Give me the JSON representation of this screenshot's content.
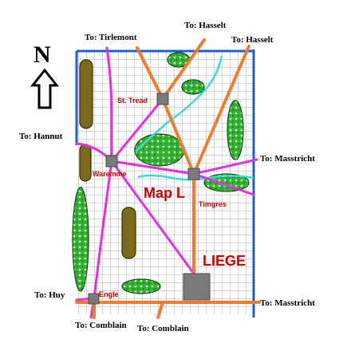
{
  "map": {
    "title": "Map L",
    "city": "LIEGE",
    "north_label": "N",
    "north_arrow_icon": "north-arrow-icon",
    "towns": {
      "st_tread": "St. Tread",
      "waremme": "Waremme",
      "tirngres": "Timgres",
      "engle": "Engle"
    },
    "exits": {
      "tirlemont": "To: Tirlemont",
      "hasselt_1": "To: Hasselt",
      "hasselt_2": "To: Hasselt",
      "hannut": "To: Hannut",
      "masstricht_1": "To: Masstricht",
      "huy": "To: Huy",
      "masstricht_2": "To: Masstricht",
      "comblain_1": "To: Comblain",
      "comblain_2": "To: Comblain"
    },
    "colors": {
      "grid_line": "#9a9a9a",
      "border": "#1f5fd6",
      "main_road": "#f07c30",
      "secondary_road": "#e62ee6",
      "river": "#3fd8d8",
      "forest": "#34b034",
      "hill": "#7a6a1c",
      "town_square": "#7a7a7a",
      "label_red": "#cc0000"
    }
  }
}
